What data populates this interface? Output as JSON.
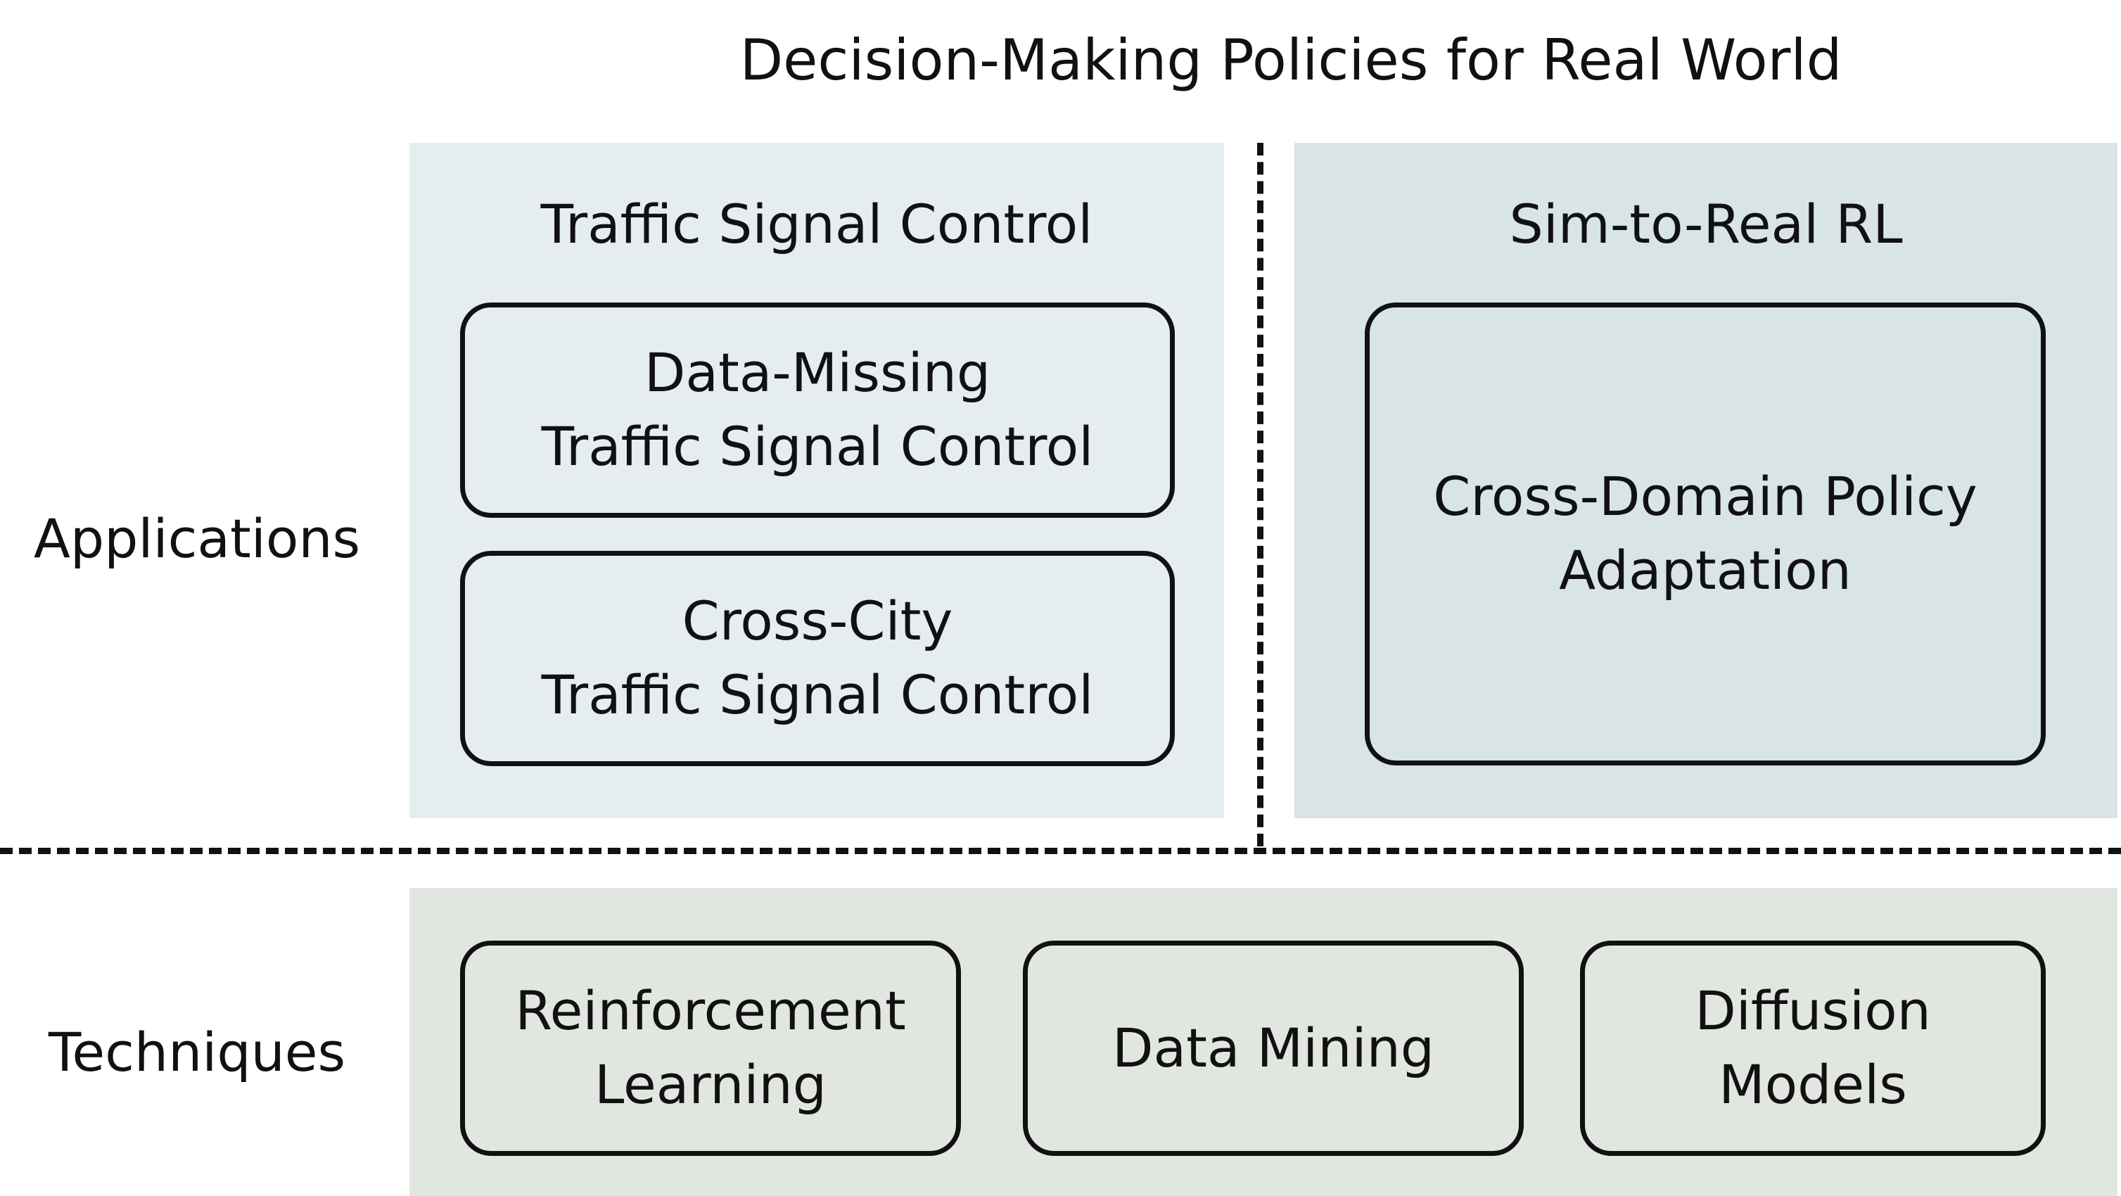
{
  "diagram": {
    "title": "Decision-Making Policies for Real World",
    "rows": {
      "applications_label": "Applications",
      "techniques_label": "Techniques"
    },
    "applications": {
      "traffic_signal_control": {
        "title": "Traffic Signal Control",
        "items": [
          "Data-Missing\nTraffic Signal Control",
          "Cross-City\nTraffic Signal Control"
        ]
      },
      "sim_to_real": {
        "title": "Sim-to-Real RL",
        "items": [
          "Cross-Domain Policy\nAdaptation"
        ]
      }
    },
    "techniques": {
      "items": [
        "Reinforcement\nLearning",
        "Data Mining",
        "Diffusion\nModels"
      ]
    }
  }
}
